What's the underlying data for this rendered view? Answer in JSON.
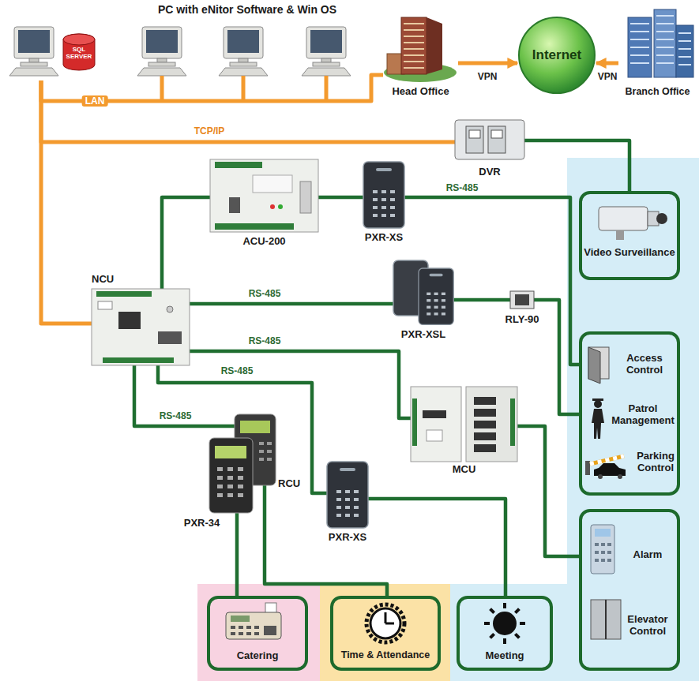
{
  "diagram": {
    "nodes": [
      {
        "text": [
          "PC with eNitor Software & Win OS"
        ]
      },
      {
        "text": [
          "Head Office"
        ]
      },
      {
        "text": [
          "Internet"
        ]
      },
      {
        "text": [
          "Branch Office"
        ]
      },
      {
        "text": [
          "DVR"
        ]
      },
      {
        "text": [
          "ACU-200"
        ]
      },
      {
        "text": [
          "PXR-XS"
        ]
      },
      {
        "text": [
          "Video Surveillance"
        ]
      },
      {
        "text": [
          "NCU"
        ]
      },
      {
        "text": [
          "PXR-XSL"
        ]
      },
      {
        "text": [
          "RLY-90"
        ]
      },
      {
        "text": [
          "Access Control",
          "Patrol Management",
          "Parking Control"
        ]
      },
      {
        "text": [
          "MCU"
        ]
      },
      {
        "text": [
          "PXR-34"
        ]
      },
      {
        "text": [
          "RCU"
        ]
      },
      {
        "text": [
          "PXR-XS"
        ]
      },
      {
        "text": [
          "Alarm",
          "Elevator Control"
        ]
      },
      {
        "text": [
          "Catering"
        ]
      },
      {
        "text": [
          "Time & Attendance"
        ]
      },
      {
        "text": [
          "Meeting"
        ]
      }
    ],
    "edges": [
      {
        "from": 0,
        "to": 1,
        "arrow": "none",
        "label": "LAN"
      },
      {
        "from": 1,
        "to": 2,
        "arrow": "to",
        "label": "VPN"
      },
      {
        "from": 3,
        "to": 2,
        "arrow": "to",
        "label": "VPN"
      },
      {
        "from": 0,
        "to": 4,
        "arrow": "none",
        "label": "TCP/IP"
      },
      {
        "from": 0,
        "to": 8,
        "arrow": "none"
      },
      {
        "from": 4,
        "to": 7,
        "arrow": "none"
      },
      {
        "from": 8,
        "to": 5,
        "arrow": "none"
      },
      {
        "from": 5,
        "to": 6,
        "arrow": "none"
      },
      {
        "from": 6,
        "to": 11,
        "arrow": "none",
        "label": "RS-485"
      },
      {
        "from": 8,
        "to": 9,
        "arrow": "none",
        "label": "RS-485"
      },
      {
        "from": 9,
        "to": 10,
        "arrow": "none"
      },
      {
        "from": 10,
        "to": 11,
        "arrow": "none"
      },
      {
        "from": 8,
        "to": 12,
        "arrow": "none",
        "label": "RS-485"
      },
      {
        "from": 8,
        "to": 15,
        "arrow": "none",
        "label": "RS-485"
      },
      {
        "from": 8,
        "to": 14,
        "arrow": "none",
        "label": "RS-485"
      },
      {
        "from": 12,
        "to": 16,
        "arrow": "none"
      },
      {
        "from": 13,
        "to": 17,
        "arrow": "none"
      },
      {
        "from": 14,
        "to": 18,
        "arrow": "none"
      },
      {
        "from": 15,
        "to": 19,
        "arrow": "none"
      }
    ],
    "labels": [
      "SQL SERVER"
    ]
  }
}
